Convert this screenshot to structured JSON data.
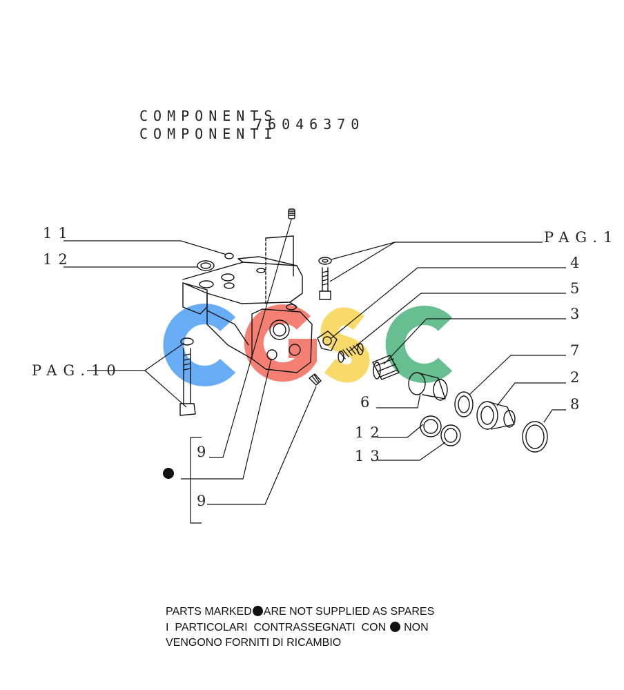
{
  "header": {
    "title_en": "COMPONENTS",
    "title_it": "COMPONENTI",
    "part_number": "76046370"
  },
  "callouts": {
    "c11": "11",
    "c12a": "12",
    "pag1": "PAG.1",
    "c4": "4",
    "c5": "5",
    "c3": "3",
    "pag10": "PAG.10",
    "c7": "7",
    "c2": "2",
    "c6": "6",
    "c8": "8",
    "c12b": "12",
    "c13": "13",
    "c9a": "9",
    "c9b": "9"
  },
  "watermark": {
    "letters": [
      "C",
      "G",
      "S",
      "C"
    ],
    "colors": [
      "#4f9ef5",
      "#f26b5b",
      "#f7d451",
      "#4db37e"
    ]
  },
  "notes": {
    "line1_pre": "PARTS MARKED",
    "line1_post": "ARE NOT SUPPLIED AS SPARES",
    "line2_pre": "I  PARTICOLARI  CONTRASSEGNATI  CON",
    "line2_post": "NON",
    "line3": "VENGONO FORNITI DI RICAMBIO"
  }
}
